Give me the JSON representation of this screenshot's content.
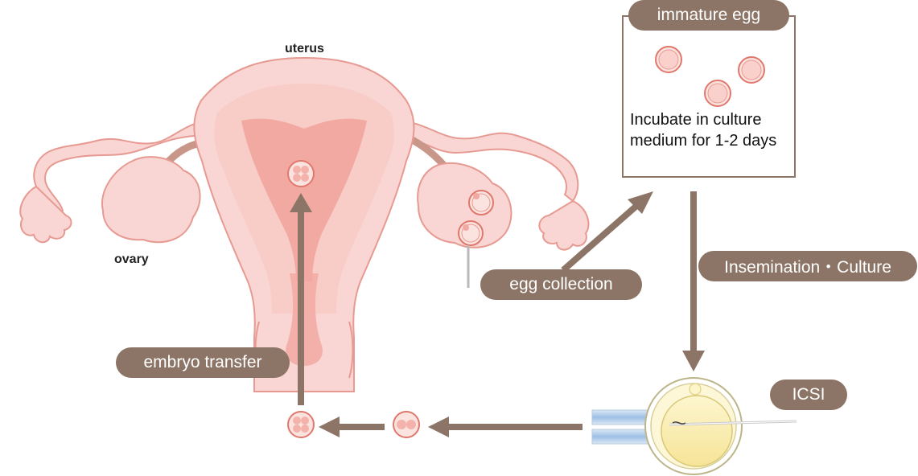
{
  "labels": {
    "uterus": "uterus",
    "ovary": "ovary",
    "immature_egg": "immature egg",
    "incubate": "Incubate in culture medium for 1-2 days",
    "egg_collection": "egg collection",
    "insemination_culture": "Insemination・Culture",
    "icsi": "ICSI",
    "embryo_transfer": "embryo transfer"
  },
  "colors": {
    "arrow": "#8c7566",
    "pill": "#8c7566",
    "tissue": "#f9d6d3",
    "tissue_outline": "#e69a92",
    "cavity": "#f2a9a2",
    "egg_fill": "#fbe3a8",
    "cell_fill": "#f3b3ac"
  }
}
